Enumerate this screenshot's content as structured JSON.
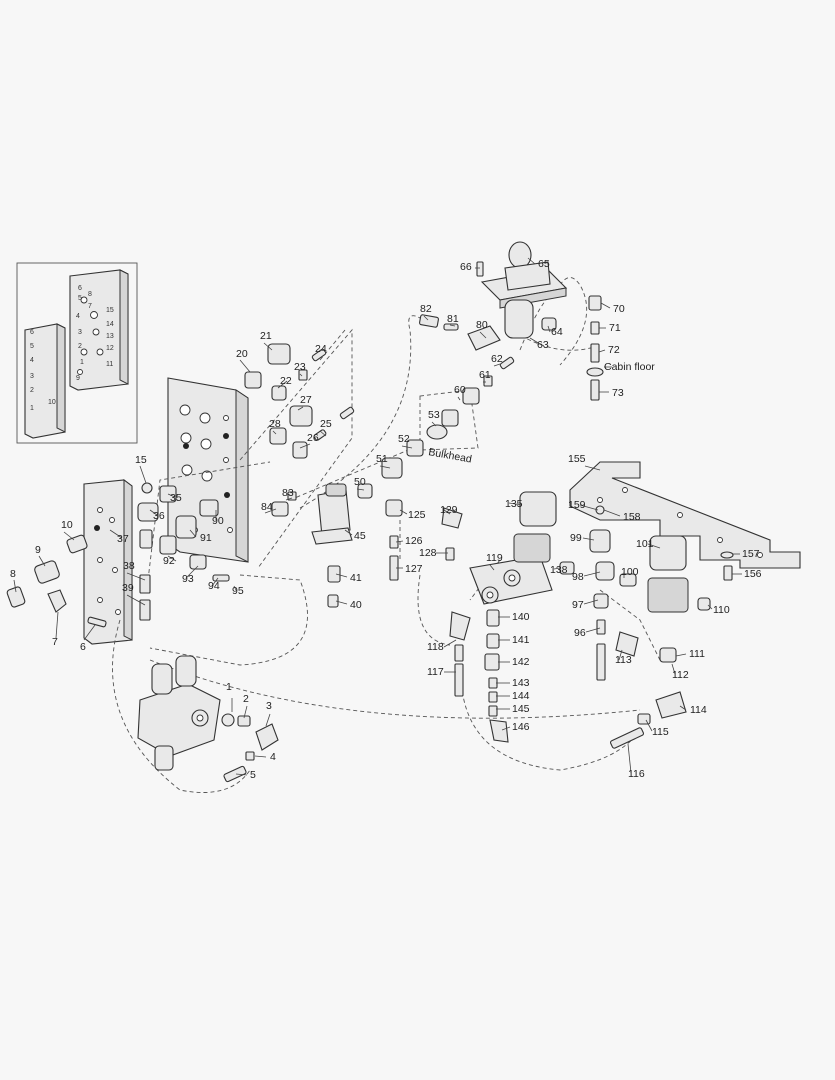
{
  "annotations": {
    "bulkhead": "Bulkhead",
    "cabin_floor": "Cabin floor"
  },
  "callouts": [
    "1",
    "2",
    "3",
    "4",
    "5",
    "6",
    "7",
    "8",
    "9",
    "10",
    "15",
    "20",
    "21",
    "22",
    "23",
    "24",
    "25",
    "26",
    "27",
    "28",
    "35",
    "36",
    "37",
    "38",
    "39",
    "40",
    "41",
    "45",
    "50",
    "51",
    "52",
    "53",
    "60",
    "61",
    "62",
    "63",
    "64",
    "65",
    "66",
    "70",
    "71",
    "72",
    "73",
    "80",
    "81",
    "82",
    "83",
    "84",
    "90",
    "91",
    "92",
    "93",
    "94",
    "95",
    "96",
    "97",
    "98",
    "99",
    "100",
    "101",
    "110",
    "111",
    "112",
    "113",
    "114",
    "115",
    "116",
    "117",
    "118",
    "119",
    "125",
    "126",
    "127",
    "128",
    "129",
    "135",
    "138",
    "140",
    "141",
    "142",
    "143",
    "144",
    "145",
    "146",
    "155",
    "156",
    "157",
    "158",
    "159"
  ],
  "inset_plate_numbers": {
    "small_plate": [
      "6",
      "5",
      "4",
      "3",
      "2",
      "1",
      "10"
    ],
    "large_plate": [
      "6",
      "5",
      "8",
      "7",
      "4",
      "15",
      "14",
      "13",
      "3",
      "12",
      "2",
      "1",
      "11",
      "9"
    ]
  }
}
